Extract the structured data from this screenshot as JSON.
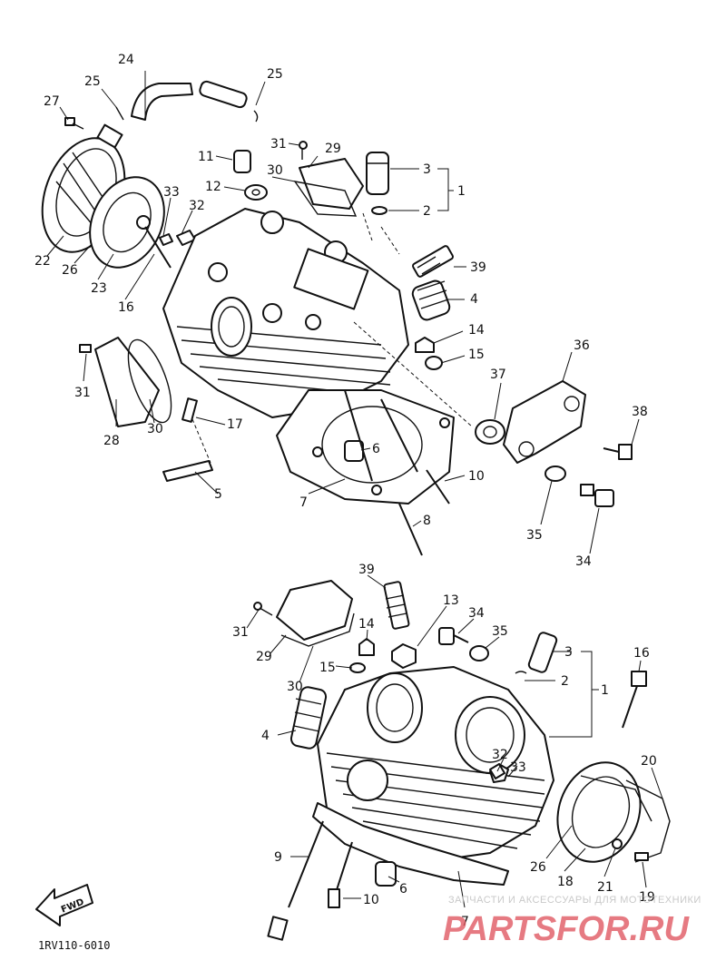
{
  "diagram_code": "1RV110-6010",
  "fwd_label": "FWD",
  "watermark": {
    "small_text": "ЗАПЧАСТИ И АКСЕССУАРЫ ДЛЯ МОТОТЕХНИКИ",
    "brand_text": "PARTSFOR.RU"
  },
  "upper_callouts": [
    "24",
    "25",
    "25",
    "27",
    "11",
    "12",
    "31",
    "29",
    "30",
    "3",
    "2",
    "1",
    "33",
    "32",
    "22",
    "26",
    "23",
    "16",
    "39",
    "4",
    "14",
    "15",
    "31",
    "30",
    "28",
    "17",
    "36",
    "37",
    "38",
    "6",
    "10",
    "7",
    "5",
    "8",
    "35",
    "34"
  ],
  "lower_callouts": [
    "39",
    "13",
    "34",
    "35",
    "31",
    "29",
    "14",
    "15",
    "30",
    "3",
    "2",
    "1",
    "16",
    "4",
    "32",
    "33",
    "20",
    "26",
    "18",
    "21",
    "19",
    "9",
    "6",
    "10",
    "7"
  ]
}
